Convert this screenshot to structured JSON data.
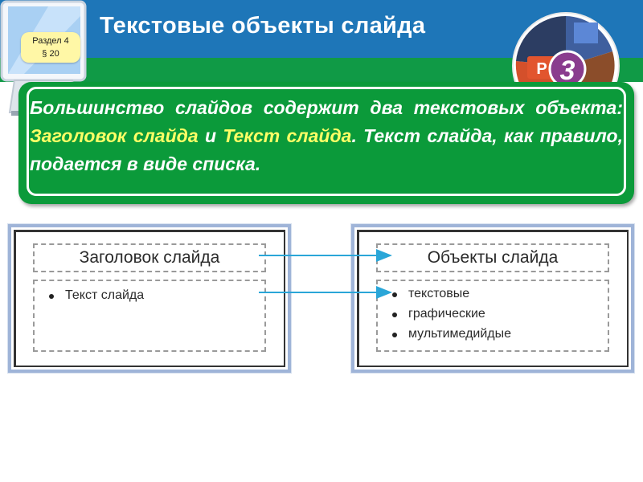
{
  "header": {
    "title": "Текстовые объекты слайда",
    "section_label": "Раздел 4",
    "paragraph_label": "§ 20",
    "badge_number": "3",
    "badge_app_letter": "P"
  },
  "intro": {
    "part1": "Большинство слайдов содержит два текстовых объекта: ",
    "highlight1": "Заголовок слайда",
    "part2": " и ",
    "highlight2": "Текст слайда",
    "part3": ". Текст слайда, как правило, подается в виде списка."
  },
  "left_slide": {
    "title_placeholder": "Заголовок слайда",
    "body_bullet": "Текст слайда"
  },
  "right_slide": {
    "title": "Объекты слайда",
    "bullets": [
      "текстовые",
      "графические",
      "мультимедийдые"
    ]
  },
  "colors": {
    "header_blue": "#1e76b8",
    "header_green": "#109a46",
    "box_green": "#0b9a3a",
    "highlight_yellow": "#ffff66",
    "arrow_blue": "#2aa6d8"
  },
  "icons": [
    "monitor-icon",
    "powerpoint-badge-icon",
    "arrow-right-icon"
  ]
}
